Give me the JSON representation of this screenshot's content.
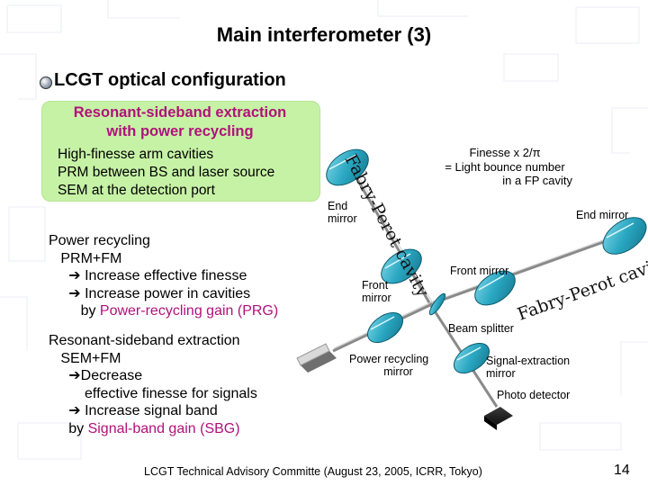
{
  "title": "Main interferometer (3)",
  "section_heading": "LCGT optical configuration",
  "green_box": {
    "title_line1": "Resonant-sideband extraction",
    "title_line2": "with power recycling",
    "items": [
      "High-finesse arm cavities",
      "PRM between BS and laser source",
      "SEM at the detection port"
    ]
  },
  "power_recycling": {
    "line1": "Power recycling",
    "line2": "PRM+FM",
    "line3": "Increase effective finesse",
    "line4": "Increase power in cavities",
    "line5_prefix": "by ",
    "line5_highlight": "Power-recycling gain (PRG)"
  },
  "rse": {
    "line1": "Resonant-sideband extraction",
    "line2": "SEM+FM",
    "line3": "Decrease",
    "line4": "effective finesse for signals",
    "line5": "Increase signal band",
    "line6_prefix": "by ",
    "line6_highlight": "Signal-band gain (SBG)"
  },
  "diagram": {
    "finesse_line1": "Finesse x 2/π",
    "finesse_line2": "= Light bounce number",
    "finesse_line3": "in a FP cavity",
    "end_mirror_left_1": "End",
    "end_mirror_left_2": "mirror",
    "end_mirror_right": "End mirror",
    "front_mirror_left_1": "Front",
    "front_mirror_left_2": "mirror",
    "front_mirror_right": "Front mirror",
    "beam_splitter": "Beam splitter",
    "power_recycling_mirror_1": "Power recycling",
    "power_recycling_mirror_2": "mirror",
    "signal_extraction_mirror_1": "Signal-extraction",
    "signal_extraction_mirror_2": "mirror",
    "photo_detector": "Photo detector",
    "fp_vertical": "Fabry-Perot cavity",
    "fp_diagonal": "Fabry-Perot cavity"
  },
  "footer": "LCGT  Technical Advisory Committe (August 23, 2005, ICRR, Tokyo)",
  "page_number": "14",
  "colors": {
    "highlight": "#b0127a",
    "green_box": "#c6f2a6",
    "mirror": "#2aa7c2",
    "beam": "#8a8a8a"
  }
}
